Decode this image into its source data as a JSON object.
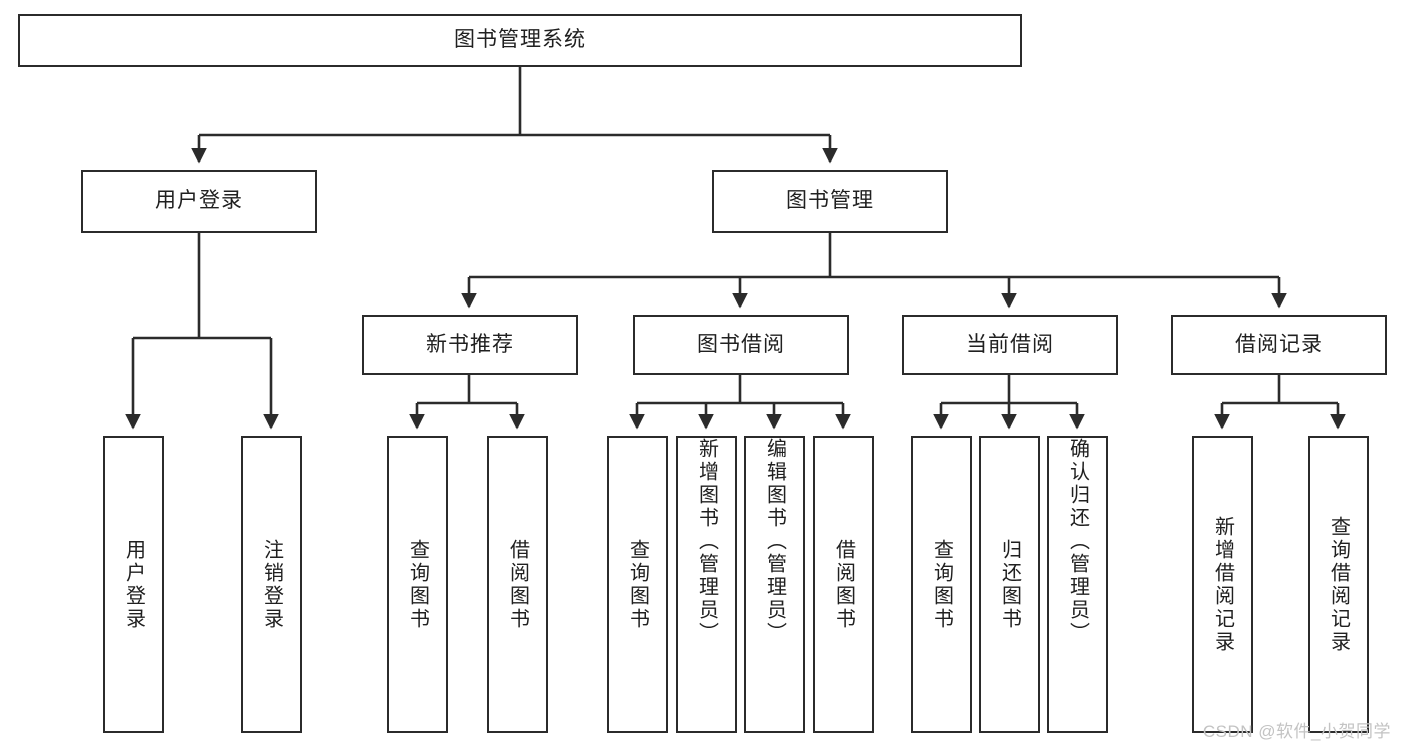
{
  "diagram": {
    "title_node": {
      "label": "图书管理系统"
    },
    "level2": [
      {
        "id": "user-login",
        "label": "用户登录"
      },
      {
        "id": "book-management",
        "label": "图书管理"
      }
    ],
    "level3": [
      {
        "id": "new-book-recommend",
        "label": "新书推荐"
      },
      {
        "id": "book-borrow",
        "label": "图书借阅"
      },
      {
        "id": "current-borrow",
        "label": "当前借阅"
      },
      {
        "id": "borrow-record",
        "label": "借阅记录"
      }
    ],
    "leaves": [
      {
        "id": "leaf-user-login",
        "label": "用户登录"
      },
      {
        "id": "leaf-logout-login",
        "label": "注销登录"
      },
      {
        "id": "leaf-query-book-1",
        "label": "查询图书"
      },
      {
        "id": "leaf-borrow-book-1",
        "label": "借阅图书"
      },
      {
        "id": "leaf-query-book-2",
        "label": "查询图书"
      },
      {
        "id": "leaf-add-book-admin",
        "label": "新增图书（管理员）"
      },
      {
        "id": "leaf-edit-book-admin",
        "label": "编辑图书（管理员）"
      },
      {
        "id": "leaf-borrow-book-2",
        "label": "借阅图书"
      },
      {
        "id": "leaf-query-book-3",
        "label": "查询图书"
      },
      {
        "id": "leaf-return-book",
        "label": "归还图书"
      },
      {
        "id": "leaf-confirm-return-admin",
        "label": "确认归还（管理员）"
      },
      {
        "id": "leaf-add-borrow-record",
        "label": "新增借阅记录"
      },
      {
        "id": "leaf-query-borrow-record",
        "label": "查询借阅记录"
      }
    ]
  },
  "watermark": {
    "text": "CSDN @软件_小贺同学"
  },
  "colors": {
    "stroke": "#2b2b2b",
    "background": "#ffffff",
    "text": "#202020",
    "watermark": "#c3c3c3"
  }
}
